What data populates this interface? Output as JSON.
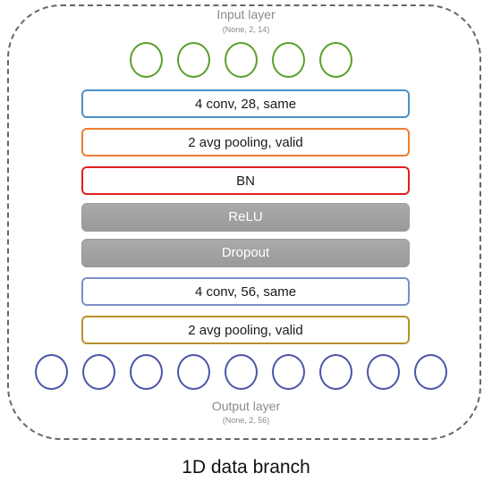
{
  "input_layer": {
    "title": "Input layer",
    "shape": "(None, 2, 14)",
    "node_count": 5,
    "node_color": "#5aa02c"
  },
  "layers": [
    {
      "label": "4 conv, 28, same",
      "border_color": "#4a90c8",
      "filled": false
    },
    {
      "label": "2 avg pooling, valid",
      "border_color": "#ed7d31",
      "filled": false
    },
    {
      "label": "BN",
      "border_color": "#e02020",
      "filled": false
    },
    {
      "label": "ReLU",
      "border_color": "#9a9a9a",
      "filled": true
    },
    {
      "label": "Dropout",
      "border_color": "#9a9a9a",
      "filled": true
    },
    {
      "label": "4 conv, 56, same",
      "border_color": "#7b8fc8",
      "filled": false
    },
    {
      "label": "2 avg pooling, valid",
      "border_color": "#b8902c",
      "filled": false
    }
  ],
  "output_layer": {
    "title": "Output layer",
    "shape": "(None, 2, 56)",
    "node_count": 9,
    "node_color": "#4a55a8"
  },
  "caption": "1D data branch"
}
